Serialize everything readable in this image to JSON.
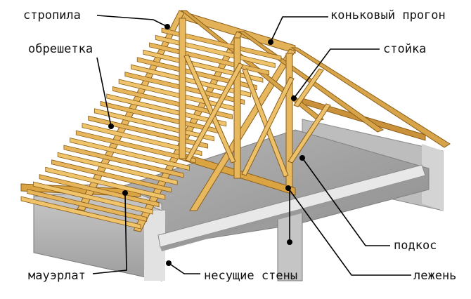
{
  "labels": {
    "rafters": "стропила",
    "battens": "обрешетка",
    "mauerlat": "мауэрлат",
    "bearing_walls": "несущие стены",
    "ridge_purlin": "коньковый прогон",
    "post": "стойка",
    "strut": "подкос",
    "sill_beam": "лежень"
  },
  "colors": {
    "wood_light": "#f0c46a",
    "wood_mid": "#d9a441",
    "wood_dark": "#a8742a",
    "wall_side": "#b9b9b9",
    "wall_top": "#cfcfcf",
    "slab": "#a9a9a9",
    "beam": "#e6e6e6",
    "leader": "#000000"
  }
}
